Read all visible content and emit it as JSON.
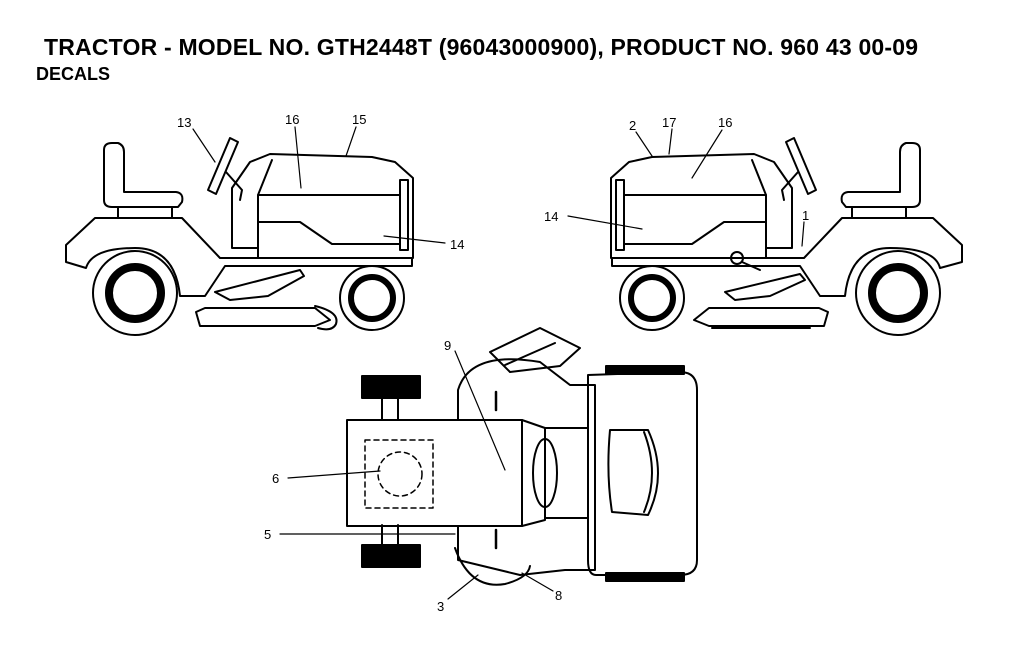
{
  "header": {
    "title": "TRACTOR - MODEL NO. GTH2448T (96043000900), PRODUCT NO. 960 43 00-09",
    "subtitle": "DECALS"
  },
  "callouts": {
    "c13": "13",
    "c16_left": "16",
    "c15": "15",
    "c14_left": "14",
    "c2": "2",
    "c17": "17",
    "c16_right": "16",
    "c14_right": "14",
    "c1": "1",
    "c9": "9",
    "c6": "6",
    "c5": "5",
    "c3": "3",
    "c8": "8"
  }
}
